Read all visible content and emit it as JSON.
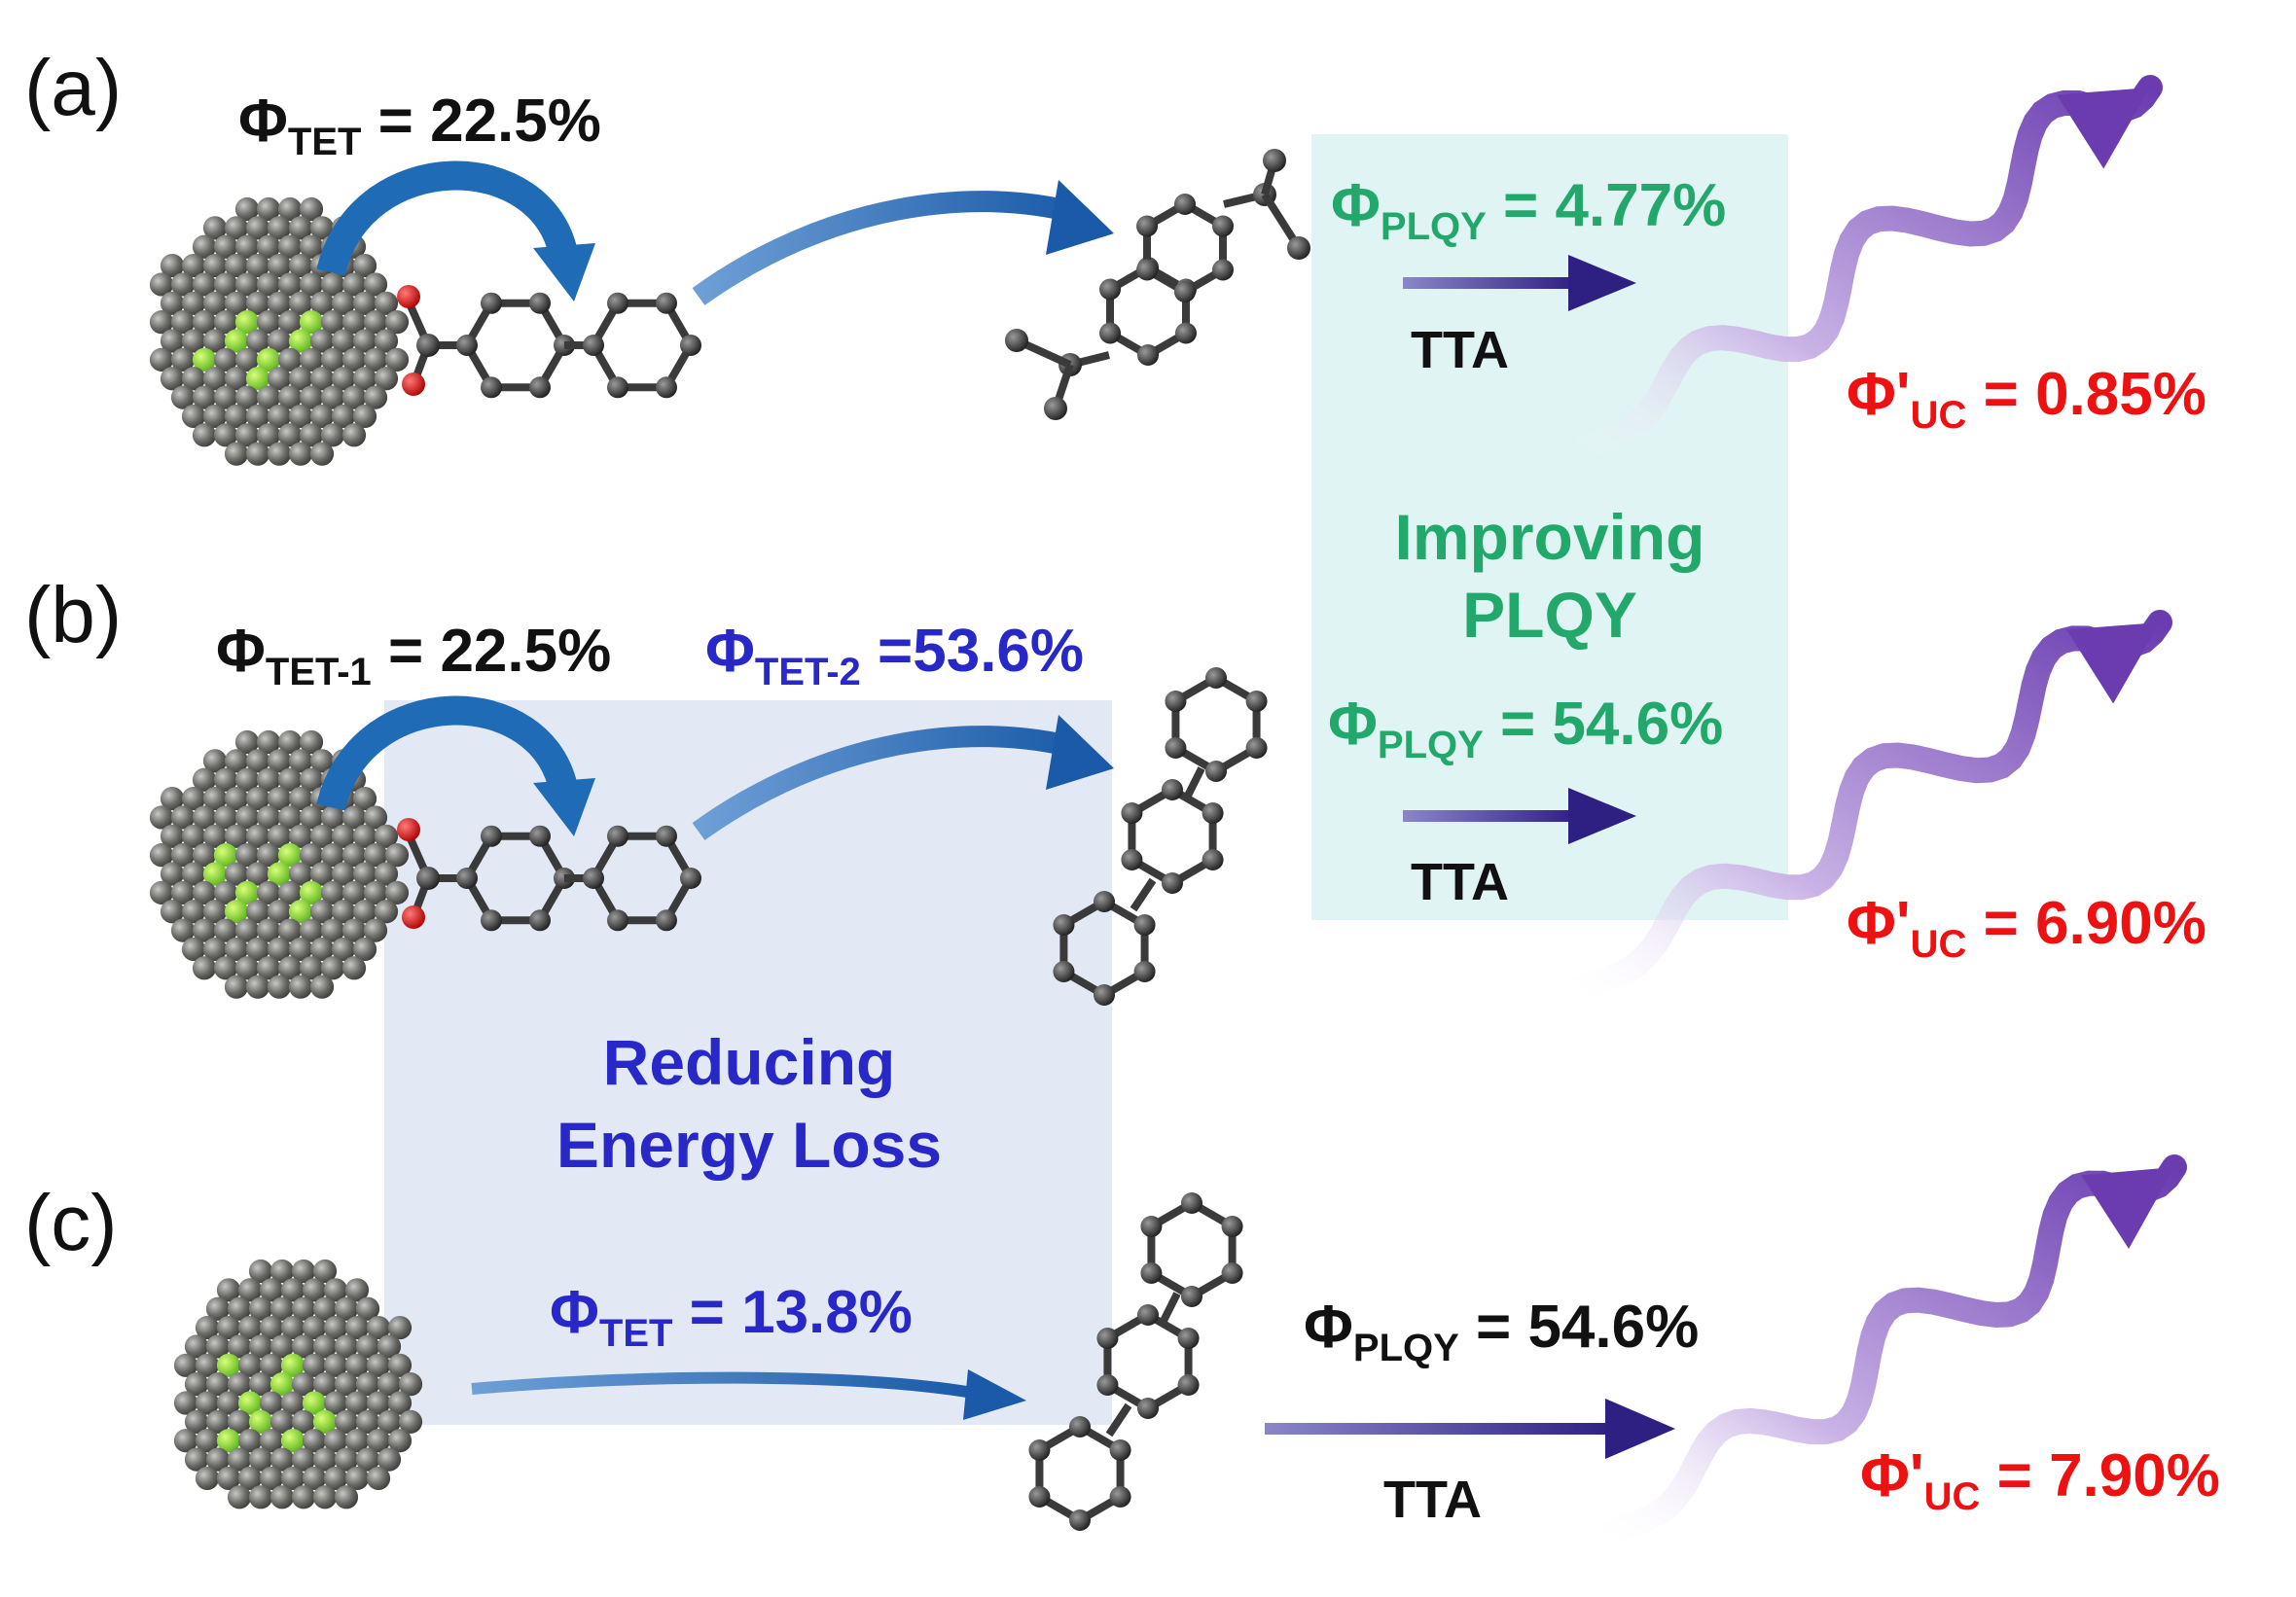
{
  "colors": {
    "green": "#22a86b",
    "blue": "#2828c8",
    "red": "#ee1111",
    "black": "#111111",
    "plqy_box": "#dff4f3",
    "energy_box": "#e3e8f5",
    "tet_arrow": "#1f6bb5",
    "tta_arrow": "#3a2a8a",
    "uc_wave": "#8a5cc8"
  },
  "annotations": {
    "improving": [
      "Improving",
      "PLQY"
    ],
    "reducing": [
      "Reducing",
      "Energy Loss"
    ]
  },
  "rows": [
    {
      "id": "a",
      "panel": "(a)",
      "tet": {
        "sym": "Φ",
        "sub": "TET",
        "rest": " = 22.5%"
      },
      "plqy": {
        "sym": "Φ",
        "sub": "PLQY",
        "rest": " = 4.77%"
      },
      "tta": "TTA",
      "uc": {
        "sym": "Φ'",
        "sub": "UC",
        "rest": " = 0.85%"
      }
    },
    {
      "id": "b",
      "panel": "(b)",
      "tet1": {
        "sym": "Φ",
        "sub": "TET-1",
        "rest": " = 22.5%"
      },
      "tet2": {
        "sym": "Φ",
        "sub": "TET-2",
        "rest": " =53.6%"
      },
      "plqy": {
        "sym": "Φ",
        "sub": "PLQY",
        "rest": " = 54.6%"
      },
      "tta": "TTA",
      "uc": {
        "sym": "Φ'",
        "sub": "UC",
        "rest": " = 6.90%"
      }
    },
    {
      "id": "c",
      "panel": "(c)",
      "tet": {
        "sym": "Φ",
        "sub": "TET",
        "rest": " = 13.8%"
      },
      "plqy": {
        "sym": "Φ",
        "sub": "PLQY",
        "rest": " = 54.6%"
      },
      "tta": "TTA",
      "uc": {
        "sym": "Φ'",
        "sub": "UC",
        "rest": " = 7.90%"
      }
    }
  ]
}
